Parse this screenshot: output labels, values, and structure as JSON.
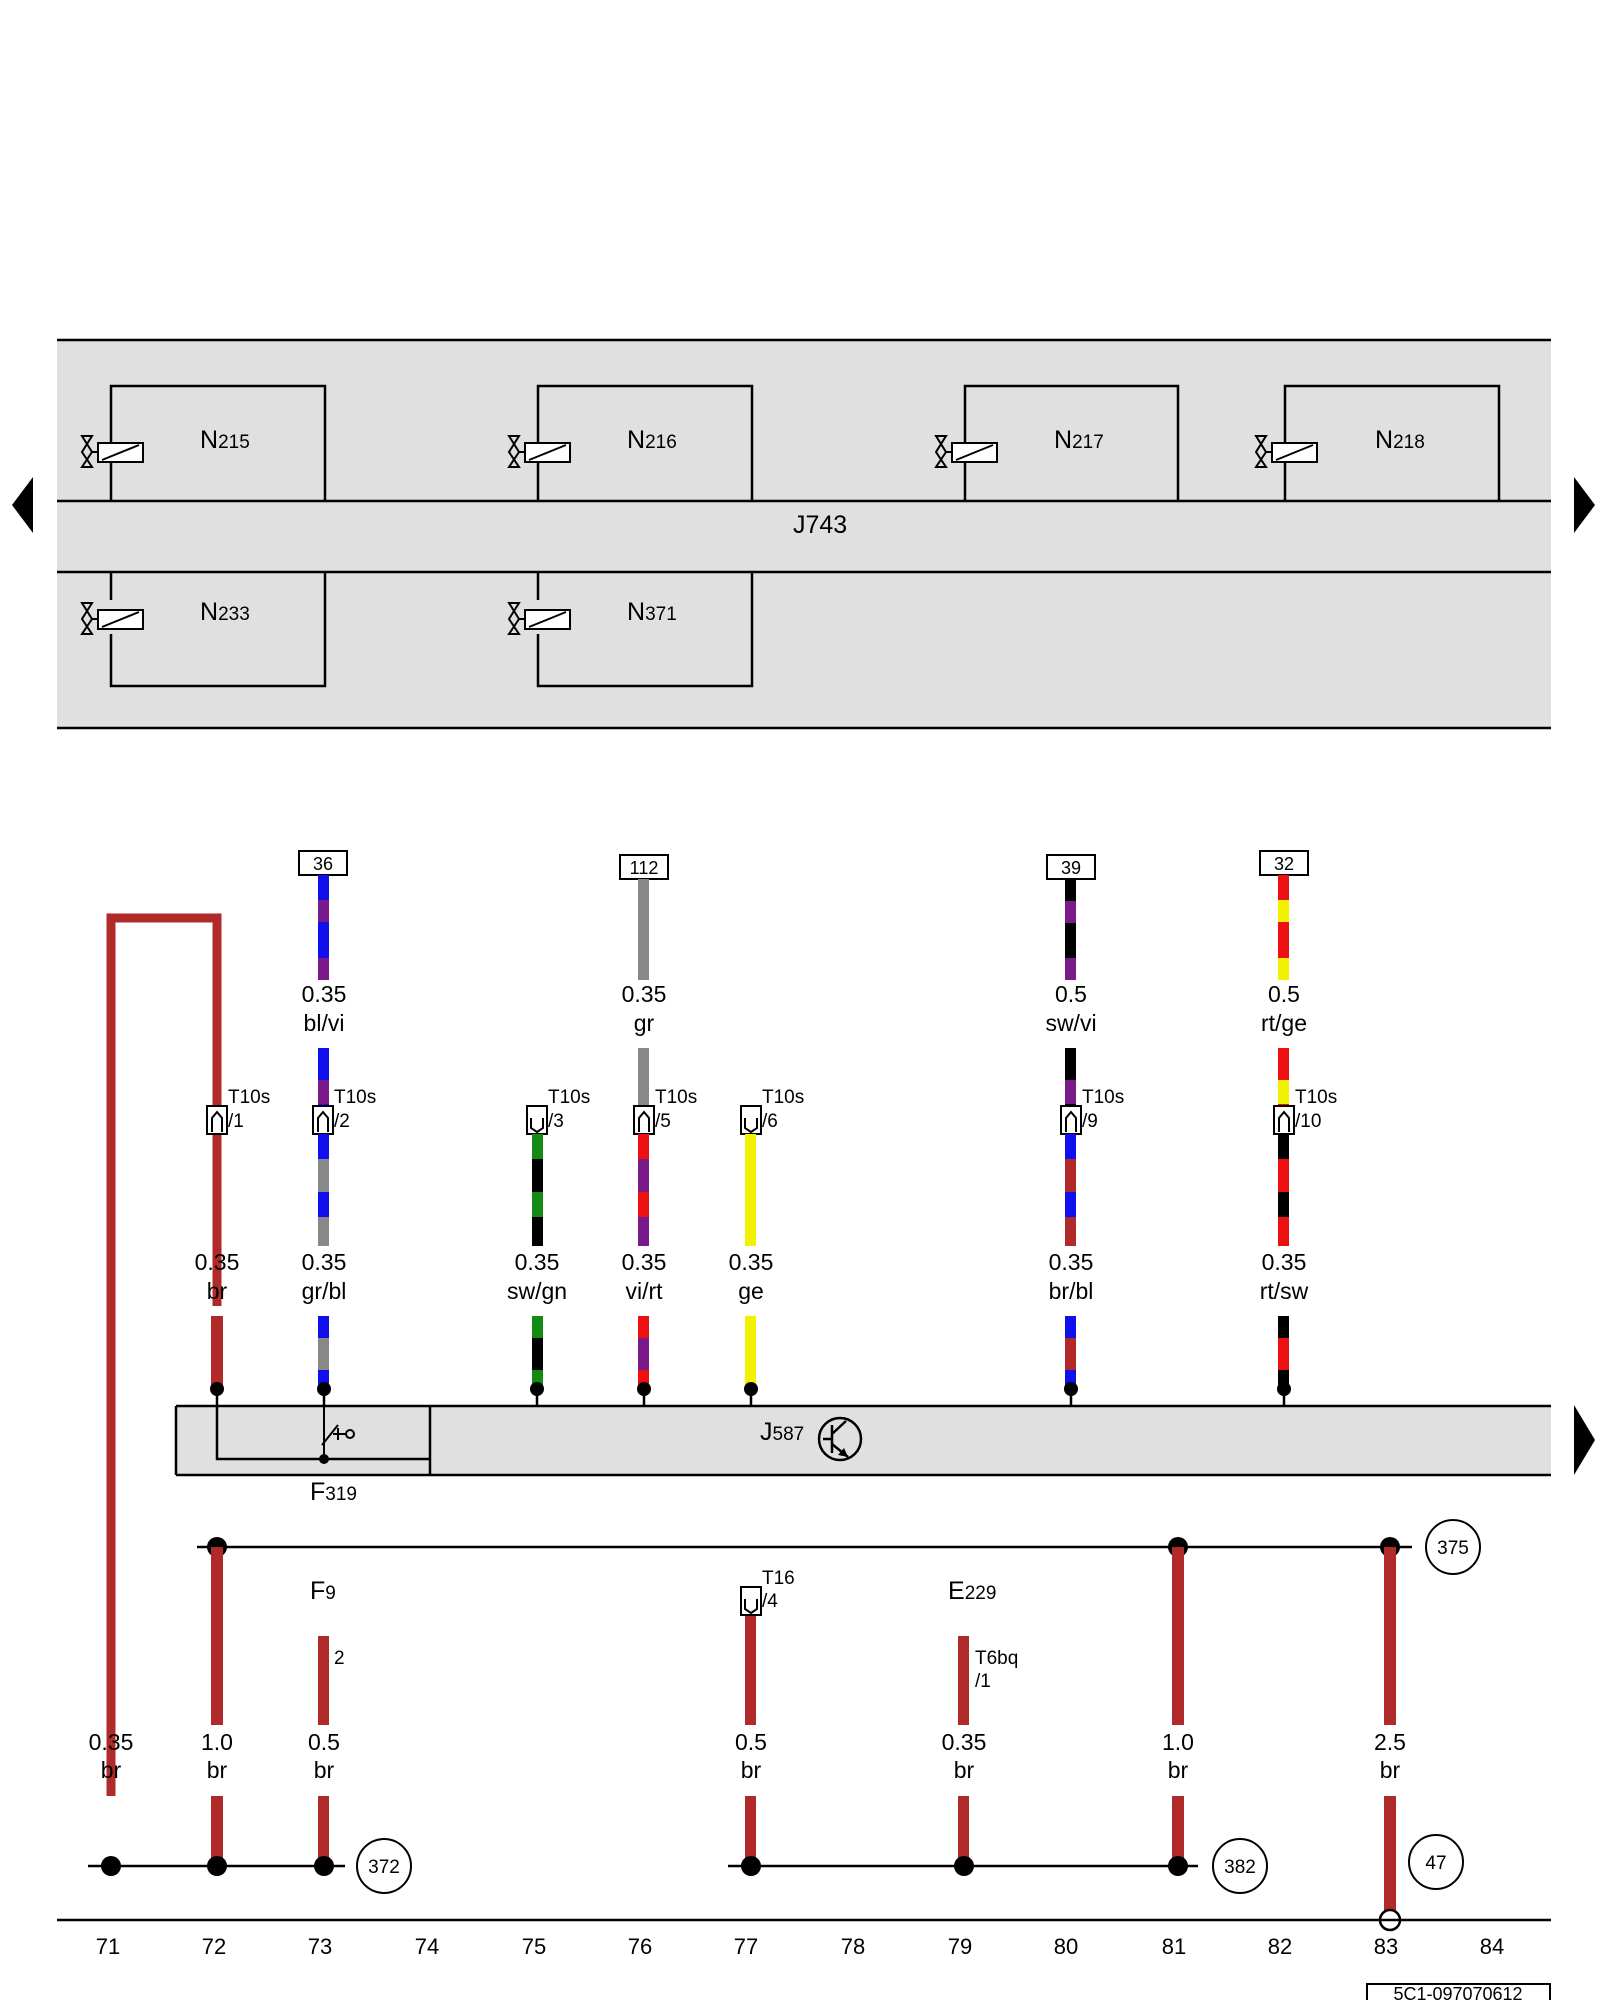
{
  "module_panel": {
    "control_unit": "J743",
    "valves": [
      {
        "name": "N",
        "num": "215"
      },
      {
        "name": "N",
        "num": "216"
      },
      {
        "name": "N",
        "num": "217"
      },
      {
        "name": "N",
        "num": "218"
      },
      {
        "name": "N",
        "num": "233"
      },
      {
        "name": "N",
        "num": "371"
      }
    ]
  },
  "top_refs": [
    {
      "id": "36",
      "wire_size": "0.35",
      "wire_color": "bl/vi"
    },
    {
      "id": "112",
      "wire_size": "0.35",
      "wire_color": "gr"
    },
    {
      "id": "39",
      "wire_size": "0.5",
      "wire_color": "sw/vi"
    },
    {
      "id": "32",
      "wire_size": "0.5",
      "wire_color": "rt/ge"
    }
  ],
  "t10s_connectors": [
    {
      "name": "T10s",
      "pin": "/1"
    },
    {
      "name": "T10s",
      "pin": "/2"
    },
    {
      "name": "T10s",
      "pin": "/3"
    },
    {
      "name": "T10s",
      "pin": "/5"
    },
    {
      "name": "T10s",
      "pin": "/6"
    },
    {
      "name": "T10s",
      "pin": "/9"
    },
    {
      "name": "T10s",
      "pin": "/10"
    }
  ],
  "mid_wires": [
    {
      "size": "0.35",
      "color": "br"
    },
    {
      "size": "0.35",
      "color": "gr/bl"
    },
    {
      "size": "0.35",
      "color": "sw/gn"
    },
    {
      "size": "0.35",
      "color": "vi/rt"
    },
    {
      "size": "0.35",
      "color": "ge"
    },
    {
      "size": "0.35",
      "color": "br/bl"
    },
    {
      "size": "0.35",
      "color": "rt/sw"
    }
  ],
  "bar": {
    "unit": "J",
    "unit_num": "587",
    "switch": "F",
    "switch_num": "319"
  },
  "lower_components": {
    "f9": {
      "name": "F",
      "num": "9",
      "pin": "2"
    },
    "t16": {
      "name": "T16",
      "pin": "/4"
    },
    "e229": {
      "name": "E",
      "num": "229"
    },
    "t6bq": {
      "name": "T6bq",
      "pin": "/1"
    }
  },
  "bottom_wires": [
    {
      "size": "0.35",
      "color": "br"
    },
    {
      "size": "1.0",
      "color": "br"
    },
    {
      "size": "0.5",
      "color": "br"
    },
    {
      "size": "0.5",
      "color": "br"
    },
    {
      "size": "0.35",
      "color": "br"
    },
    {
      "size": "1.0",
      "color": "br"
    },
    {
      "size": "2.5",
      "color": "br"
    }
  ],
  "ref_circles": [
    "375",
    "372",
    "382",
    "47"
  ],
  "column_numbers": [
    "71",
    "72",
    "73",
    "74",
    "75",
    "76",
    "77",
    "78",
    "79",
    "80",
    "81",
    "82",
    "83",
    "84"
  ],
  "doc_code": "5C1-097070612",
  "colors": {
    "panel_fill": "#e0e0e0",
    "br": "#b02a2a",
    "bl": "#1010ee",
    "vi": "#7a1a8a",
    "gr": "#888888",
    "sw": "#000000",
    "gn": "#138a13",
    "rt": "#ee1010",
    "ge": "#f2f200"
  }
}
